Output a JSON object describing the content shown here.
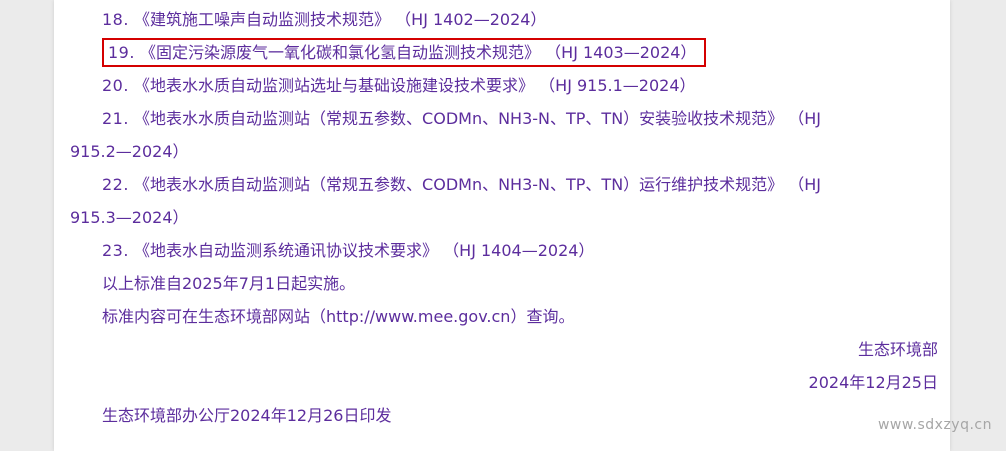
{
  "colors": {
    "text": "#5c2d9d",
    "highlight_border": "#d40000",
    "canvas_bg": "#ebebeb",
    "page_bg": "#ffffff",
    "watermark": "#a6a6a6"
  },
  "document": {
    "items": [
      {
        "num": "18.",
        "title": "《建筑施工噪声自动监测技术规范》",
        "code": "（HJ 1402—2024）",
        "highlighted": false
      },
      {
        "num": "19.",
        "title": "《固定污染源废气一氧化碳和氯化氢自动监测技术规范》",
        "code": "（HJ 1403—2024）",
        "highlighted": true
      },
      {
        "num": "20.",
        "title": "《地表水水质自动监测站选址与基础设施建设技术要求》",
        "code": "（HJ 915.1—2024）",
        "highlighted": false
      },
      {
        "num": "21.",
        "title": "《地表水水质自动监测站（常规五参数、CODMn、NH3-N、TP、TN）安装验收技术规范》",
        "code": "（HJ 915.2—2024）",
        "highlighted": false
      },
      {
        "num": "22.",
        "title": "《地表水水质自动监测站（常规五参数、CODMn、NH3-N、TP、TN）运行维护技术规范》",
        "code": "（HJ 915.3—2024）",
        "highlighted": false
      },
      {
        "num": "23.",
        "title": "《地表水自动监测系统通讯协议技术要求》",
        "code": "（HJ 1404—2024）",
        "highlighted": false
      }
    ],
    "notes": {
      "implementation": "以上标准自2025年7月1日起实施。",
      "availability": "标准内容可在生态环境部网站（http://www.mee.gov.cn）查询。"
    },
    "signature": {
      "issuer": "生态环境部",
      "date": "2024年12月25日"
    },
    "distribution": "生态环境部办公厅2024年12月26日印发",
    "watermark": "www.sdxzyq.cn"
  }
}
